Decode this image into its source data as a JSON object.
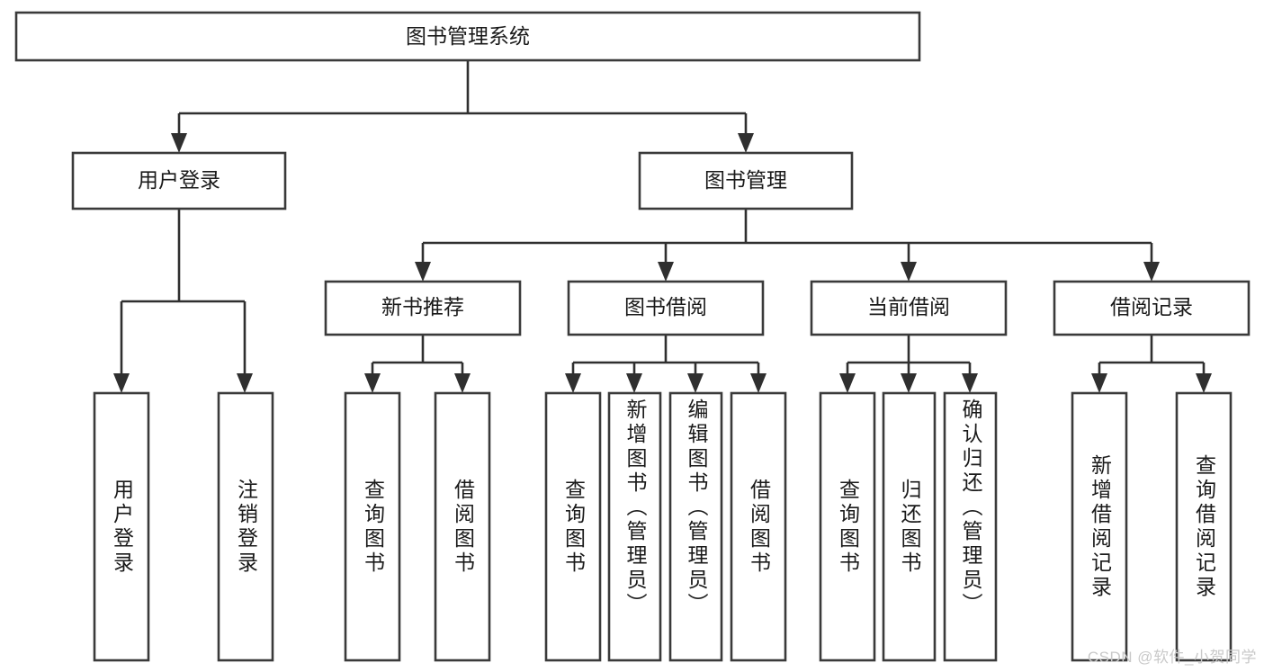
{
  "diagram": {
    "type": "tree-hierarchy",
    "title": "图书管理系统",
    "root": {
      "id": "root",
      "label": "图书管理系统",
      "orientation": "horizontal"
    },
    "level2": [
      {
        "id": "user-login",
        "label": "用户登录",
        "orientation": "horizontal"
      },
      {
        "id": "book-manage",
        "label": "图书管理",
        "orientation": "horizontal"
      }
    ],
    "level3": [
      {
        "id": "new-book-recommend",
        "label": "新书推荐",
        "orientation": "horizontal",
        "parent": "book-manage"
      },
      {
        "id": "book-borrow",
        "label": "图书借阅",
        "orientation": "horizontal",
        "parent": "book-manage"
      },
      {
        "id": "current-borrow",
        "label": "当前借阅",
        "orientation": "horizontal",
        "parent": "book-manage"
      },
      {
        "id": "borrow-record",
        "label": "借阅记录",
        "orientation": "horizontal",
        "parent": "book-manage"
      }
    ],
    "leaves": [
      {
        "id": "leaf-user-login",
        "label": "用户登录",
        "orientation": "vertical",
        "parent": "user-login"
      },
      {
        "id": "leaf-logout-login",
        "label": "注销登录",
        "orientation": "vertical",
        "parent": "user-login"
      },
      {
        "id": "leaf-query-book-1",
        "label": "查询图书",
        "orientation": "vertical",
        "parent": "new-book-recommend"
      },
      {
        "id": "leaf-borrow-book-1",
        "label": "借阅图书",
        "orientation": "vertical",
        "parent": "new-book-recommend"
      },
      {
        "id": "leaf-query-book-2",
        "label": "查询图书",
        "orientation": "vertical",
        "parent": "book-borrow"
      },
      {
        "id": "leaf-add-book",
        "label": "新增图书（管理员）",
        "orientation": "vertical",
        "parent": "book-borrow"
      },
      {
        "id": "leaf-edit-book",
        "label": "编辑图书（管理员）",
        "orientation": "vertical",
        "parent": "book-borrow"
      },
      {
        "id": "leaf-borrow-book-2",
        "label": "借阅图书",
        "orientation": "vertical",
        "parent": "book-borrow"
      },
      {
        "id": "leaf-query-book-3",
        "label": "查询图书",
        "orientation": "vertical",
        "parent": "current-borrow"
      },
      {
        "id": "leaf-return-book",
        "label": "归还图书",
        "orientation": "vertical",
        "parent": "current-borrow"
      },
      {
        "id": "leaf-confirm-return",
        "label": "确认归还（管理员）",
        "orientation": "vertical",
        "parent": "current-borrow"
      },
      {
        "id": "leaf-add-record",
        "label": "新增借阅记录",
        "orientation": "vertical",
        "parent": "borrow-record"
      },
      {
        "id": "leaf-query-record",
        "label": "查询借阅记录",
        "orientation": "vertical",
        "parent": "borrow-record"
      }
    ],
    "colors": {
      "box_fill": "#ffffff",
      "box_stroke": "#3a3a3a",
      "connector": "#2f2f2f",
      "text": "#1a1a1a",
      "background": "#ffffff",
      "watermark": "#c9c9c9"
    }
  },
  "watermark": {
    "text": "CSDN @软件_小贺同学"
  }
}
